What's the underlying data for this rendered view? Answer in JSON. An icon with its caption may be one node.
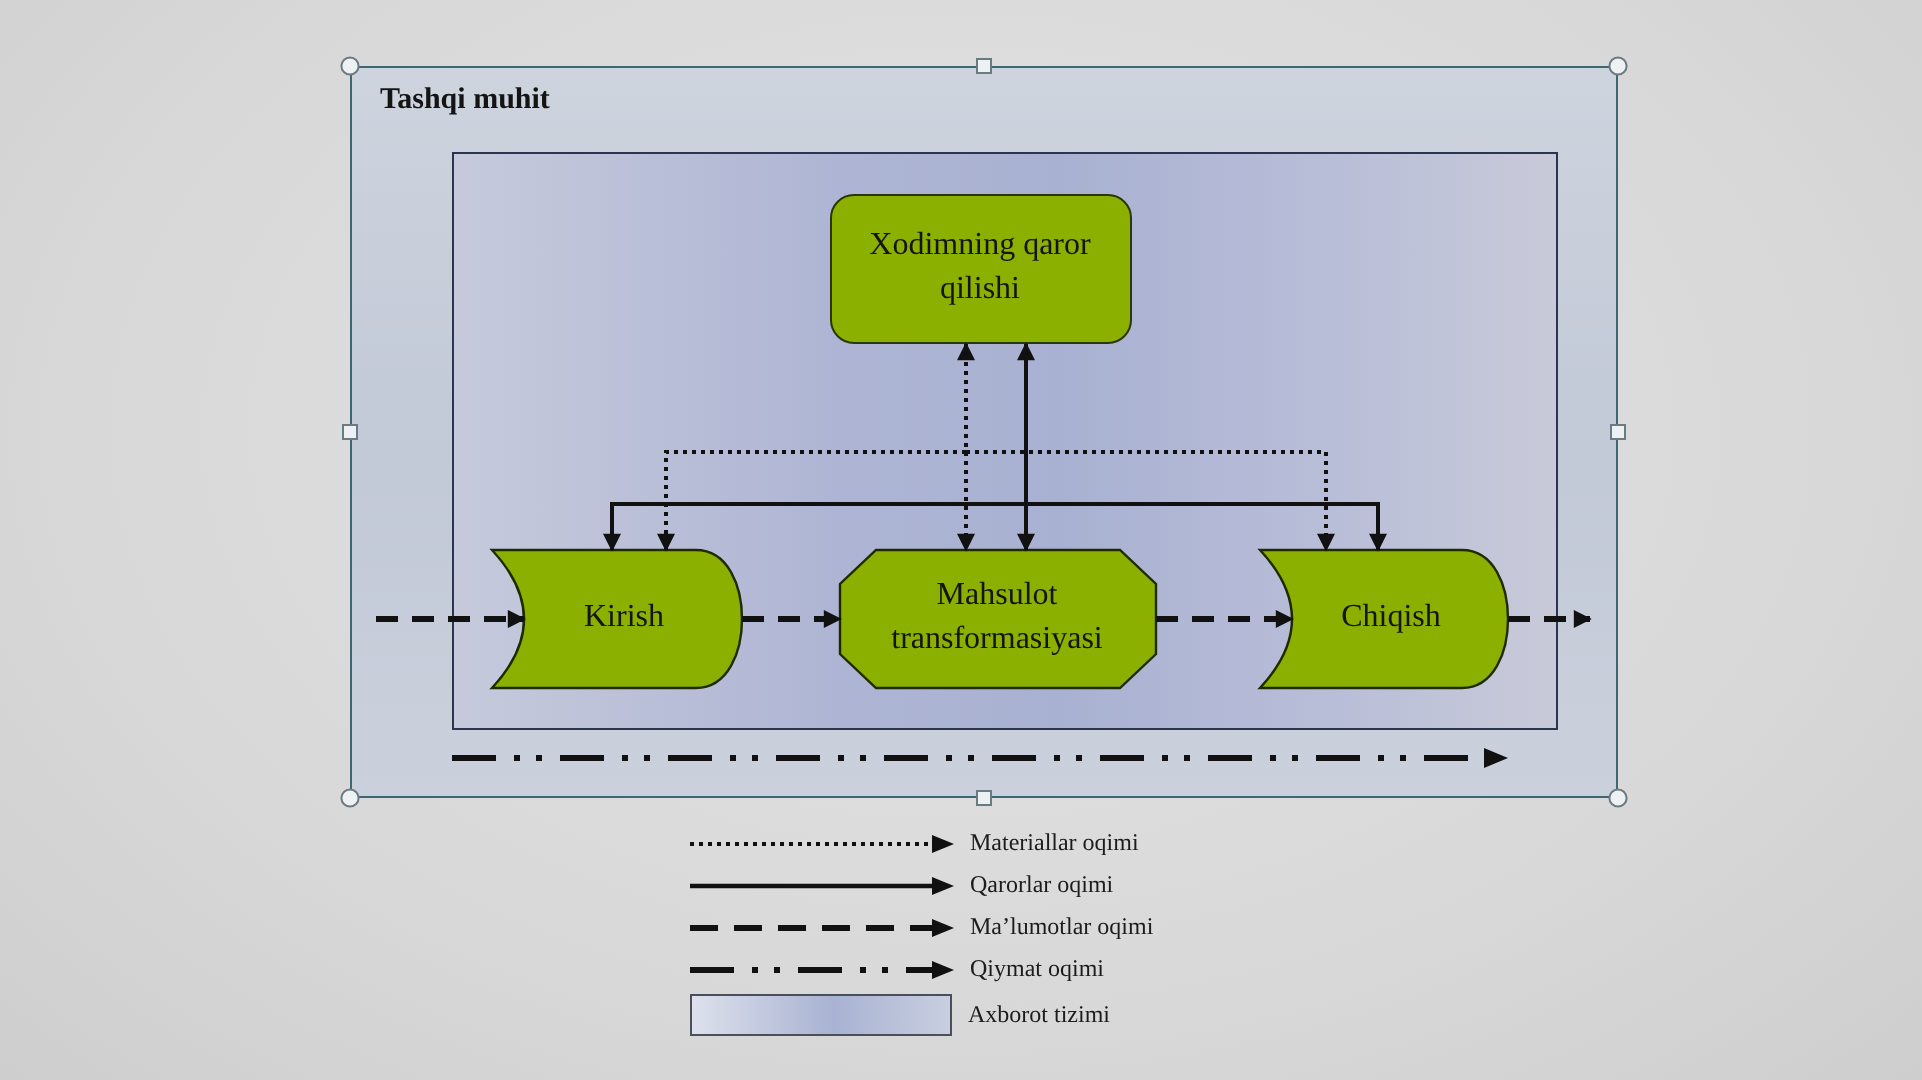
{
  "diagram": {
    "nodes": [
      {
        "text": [
          "Tashqi muhit"
        ]
      },
      {
        "text": [],
        "shape": "box",
        "in": 0
      },
      {
        "text": [
          "Xodimning qaror qilishi"
        ],
        "in": 1
      },
      {
        "text": [
          "Kirish"
        ],
        "in": 1
      },
      {
        "text": [
          "Mahsulot transformasiyasi"
        ],
        "in": 1
      },
      {
        "text": [
          "Chiqish"
        ],
        "in": 1
      }
    ],
    "edges": [
      {
        "from": null,
        "to": 3,
        "arrow": "to",
        "style": "dashed"
      },
      {
        "from": 3,
        "to": 4,
        "arrow": "to",
        "style": "dashed"
      },
      {
        "from": 4,
        "to": 5,
        "arrow": "to",
        "style": "dashed"
      },
      {
        "from": 5,
        "to": null,
        "arrow": "to",
        "style": "dashed"
      },
      {
        "from": 2,
        "to": 3,
        "arrow": "to"
      },
      {
        "from": 2,
        "to": 4,
        "arrow": "both"
      },
      {
        "from": 2,
        "to": 5,
        "arrow": "to"
      },
      {
        "from": 2,
        "to": 3,
        "arrow": "to",
        "style": "dashed"
      },
      {
        "from": 2,
        "to": 4,
        "arrow": "both",
        "style": "dashed"
      },
      {
        "from": 2,
        "to": 5,
        "arrow": "to",
        "style": "dashed"
      }
    ],
    "legend": [
      {
        "text": "Materiallar oqimi"
      },
      {
        "text": "Qarorlar oqimi"
      },
      {
        "text": "Ma’lumotlar oqimi"
      },
      {
        "text": "Qiymat oqimi"
      },
      {
        "text": "Axborot tizimi",
        "color": "#a8b2d2"
      }
    ]
  }
}
